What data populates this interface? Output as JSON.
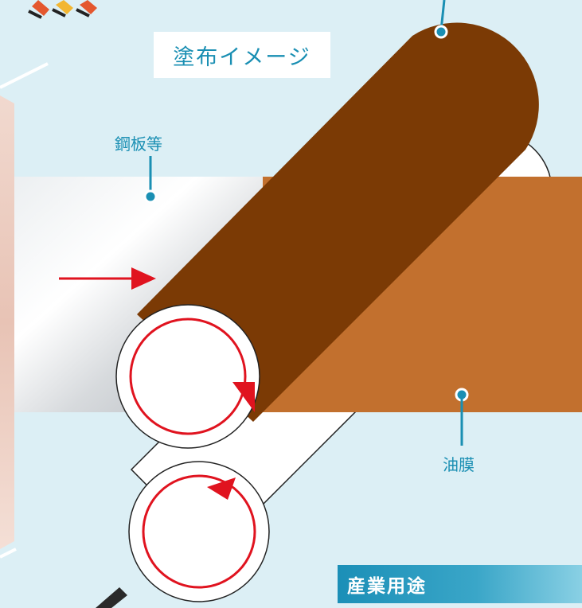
{
  "title": "塗布イメージ",
  "labels": {
    "steel_sheet": "鋼板等",
    "oil_film": "油膜"
  },
  "footer": {
    "category": "産業用途"
  },
  "colors": {
    "background": "#dceff5",
    "accent": "#1a8fb3",
    "upper_roll": "#7b3a05",
    "oil_film": "#c2702e",
    "arrow": "#e0131f"
  }
}
